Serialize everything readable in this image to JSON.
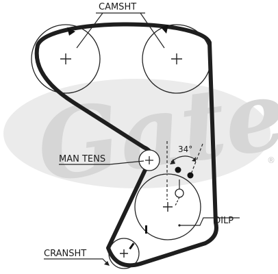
{
  "labels": {
    "camshaft": "CAMSHT",
    "man_tens": "MAN TENS",
    "oil_pump": "OILP",
    "crankshaft": "CRANSHT",
    "angle": "34°"
  },
  "watermark": {
    "brand": "Gates",
    "registered": "®"
  },
  "colors": {
    "belt": "#1e1e1e",
    "line": "#222222",
    "watermark": "#d6d6d6",
    "background": "#ffffff"
  }
}
